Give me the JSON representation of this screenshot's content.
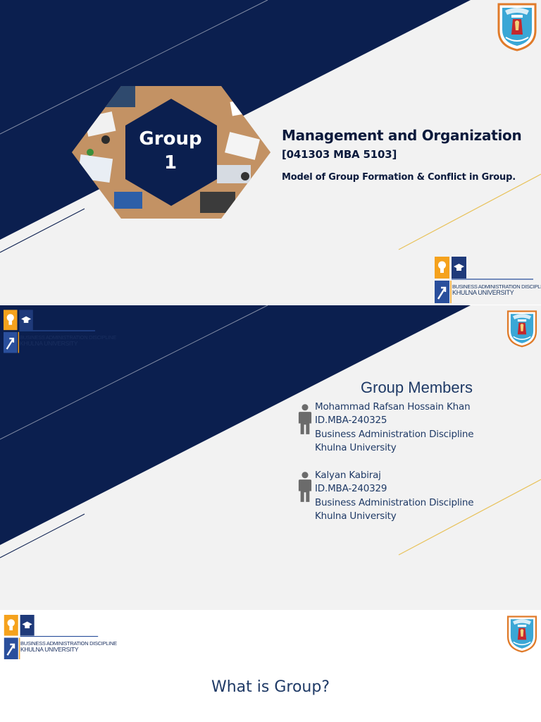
{
  "slide1": {
    "group_line1": "Group",
    "group_line2": "1",
    "course_title": "Management and Organization",
    "course_code": "[041303 MBA 5103]",
    "topic": "Model of Group Formation & Conflict in Group.",
    "badge": {
      "line1": "BUSINESS ADMINISTRATION DISCIPLINE",
      "line2": "KHULNA UNIVERSITY"
    }
  },
  "slide2": {
    "badge": {
      "line1": "BUSINESS ADMINISTRATION DISCIPLINE",
      "line2": "KHULNA UNIVERSITY"
    },
    "title": "Group Members",
    "members": [
      {
        "name": "Mohammad Rafsan Hossain Khan",
        "id": "ID.MBA-240325",
        "dept": "Business Administration Discipline",
        "university": "Khulna University"
      },
      {
        "name": "Kalyan Kabiraj",
        "id": "ID.MBA-240329",
        "dept": "Business Administration Discipline",
        "university": "Khulna University"
      }
    ]
  },
  "slide3": {
    "badge": {
      "line1": "BUSINESS ADMINISTRATION DISCIPLINE",
      "line2": "KHULNA UNIVERSITY"
    },
    "title": "What is Group?"
  },
  "colors": {
    "navy": "#0b1f4f",
    "gold": "#e8c25a",
    "orange": "#f5a21d",
    "badge_blue": "#2a4f9c",
    "text_navy": "#1f3a66"
  },
  "icons": {
    "university_logo": "khulna-university-seal-icon",
    "bulb": "lightbulb-icon",
    "cap": "graduation-cap-icon",
    "arrow": "arrow-up-right-icon",
    "person": "person-icon"
  }
}
